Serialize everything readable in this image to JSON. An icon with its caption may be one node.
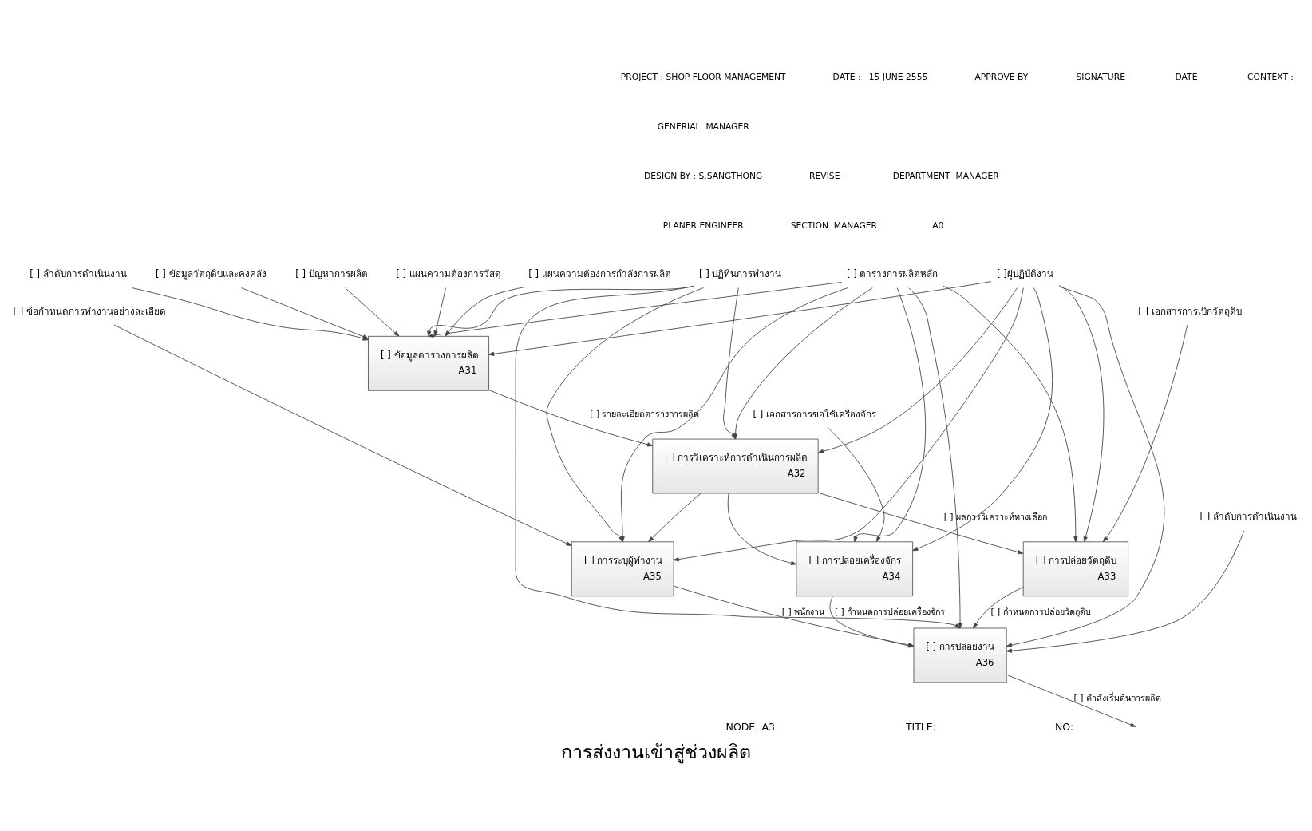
{
  "diagram": {
    "title": "การส่งงานเข้าสู่ช่วงผลิต",
    "nodes": [
      {
        "text": [
          "[ ] ตารางการผลิตหลัก"
        ]
      },
      {
        "text": [
          "[ ] ปฏิทินการทำงาน"
        ]
      },
      {
        "text": [
          "[ ] แผนความต้องการวัสดุ"
        ]
      },
      {
        "text": [
          "[ ] แผนความต้องการกำลังการผลิต"
        ]
      },
      {
        "text": [
          "[ ] ลำดับการดำเนินงาน"
        ]
      },
      {
        "text": [
          "[ ] ข้อมูลวัตถุดิบและคงคลัง"
        ]
      },
      {
        "text": [
          "[ ] ปัญหาการผลิต"
        ]
      },
      {
        "text": [
          "[ ] เอกสารการเบิกวัตถุดิบ"
        ]
      },
      {
        "text": [
          "[ ] เอกสารการขอใช้เครื่องจักร"
        ]
      },
      {
        "text": [
          "[ ] ข้อกำหนดการทำงานอย่างละเอียด"
        ]
      },
      {
        "text": [
          "[ ] ลำดับการดำเนินงาน"
        ]
      },
      {
        "text": [
          "[ ]ผู้ปฏิบัติงาน"
        ]
      },
      {
        "text": [
          "[ ] ข้อมูลตารางการผลิต",
          "A31"
        ]
      },
      {
        "text": [
          "[ ] การวิเคราะห์การดำเนินการผลิต",
          "A32"
        ]
      },
      {
        "text": [
          "[ ] การปล่อยวัตถุดิบ",
          "A33"
        ]
      },
      {
        "text": [
          "[ ] การปล่อยเครื่องจักร",
          "A34"
        ]
      },
      {
        "text": [
          "[ ] การระบุผู้ทำงาน",
          "A35"
        ]
      },
      {
        "text": [
          "[ ] การปล่อยงาน",
          "A36"
        ]
      }
    ],
    "edges": [
      {
        "from": 0,
        "to": 12,
        "arrow": "to"
      },
      {
        "from": 0,
        "to": 13,
        "arrow": "to"
      },
      {
        "from": 0,
        "to": 14,
        "arrow": "to"
      },
      {
        "from": 0,
        "to": 15,
        "arrow": "to"
      },
      {
        "from": 0,
        "to": 16,
        "arrow": "to"
      },
      {
        "from": 0,
        "to": 17,
        "arrow": "to"
      },
      {
        "from": 1,
        "to": 12,
        "arrow": "to"
      },
      {
        "from": 1,
        "to": 13,
        "arrow": "to"
      },
      {
        "from": 1,
        "to": 16,
        "arrow": "to"
      },
      {
        "from": 1,
        "to": 17,
        "arrow": "to"
      },
      {
        "from": 2,
        "to": 12,
        "arrow": "to"
      },
      {
        "from": 3,
        "to": 12,
        "arrow": "to"
      },
      {
        "from": 4,
        "to": 12,
        "arrow": "to"
      },
      {
        "from": 5,
        "to": 12,
        "arrow": "to"
      },
      {
        "from": 6,
        "to": 12,
        "arrow": "to"
      },
      {
        "from": 12,
        "to": 13,
        "arrow": "to",
        "label": "[ ] รายละเอียดตารางการผลิต"
      },
      {
        "from": 13,
        "to": 14,
        "arrow": "to",
        "label": "[ ] ผลการวิเคราะห์ทางเลือก"
      },
      {
        "from": 13,
        "to": 15,
        "arrow": "to"
      },
      {
        "from": 13,
        "to": 16,
        "arrow": "to"
      },
      {
        "from": 7,
        "to": 14,
        "arrow": "to"
      },
      {
        "from": 8,
        "to": 15,
        "arrow": "to"
      },
      {
        "from": 9,
        "to": 16,
        "arrow": "to"
      },
      {
        "from": 10,
        "to": 17,
        "arrow": "to"
      },
      {
        "from": 14,
        "to": 17,
        "arrow": "to",
        "label": "[ ] กำหนดการปล่อยวัตถุดิบ"
      },
      {
        "from": 15,
        "to": 17,
        "arrow": "to",
        "label": "[ ] กำหนดการปล่อยเครื่องจักร"
      },
      {
        "from": 16,
        "to": 17,
        "arrow": "to",
        "label": "[ ] พนักงาน"
      },
      {
        "from": 11,
        "to": 12,
        "arrow": "to"
      },
      {
        "from": 11,
        "to": 13,
        "arrow": "to"
      },
      {
        "from": 11,
        "to": 14,
        "arrow": "to"
      },
      {
        "from": 11,
        "to": 15,
        "arrow": "to"
      },
      {
        "from": 11,
        "to": 16,
        "arrow": "to"
      },
      {
        "from": 11,
        "to": 17,
        "arrow": "to"
      },
      {
        "from": 17,
        "to": null,
        "arrow": "to",
        "label": "[ ] คำสั่งเริ่มต้นการผลิต"
      }
    ],
    "labels": [
      "PROJECT : SHOP FLOOR MANAGEMENT",
      "DATE :   15 JUNE 2555",
      "APPROVE BY",
      "SIGNATURE",
      "DATE",
      "CONTEXT :",
      "GENERIAL  MANAGER",
      "DESIGN BY : S.SANGTHONG",
      "REVISE :",
      "DEPARTMENT  MANAGER",
      "PLANER ENGINEER",
      "SECTION  MANAGER",
      "A0",
      "NODE: A3",
      "TITLE:",
      "NO:"
    ]
  }
}
